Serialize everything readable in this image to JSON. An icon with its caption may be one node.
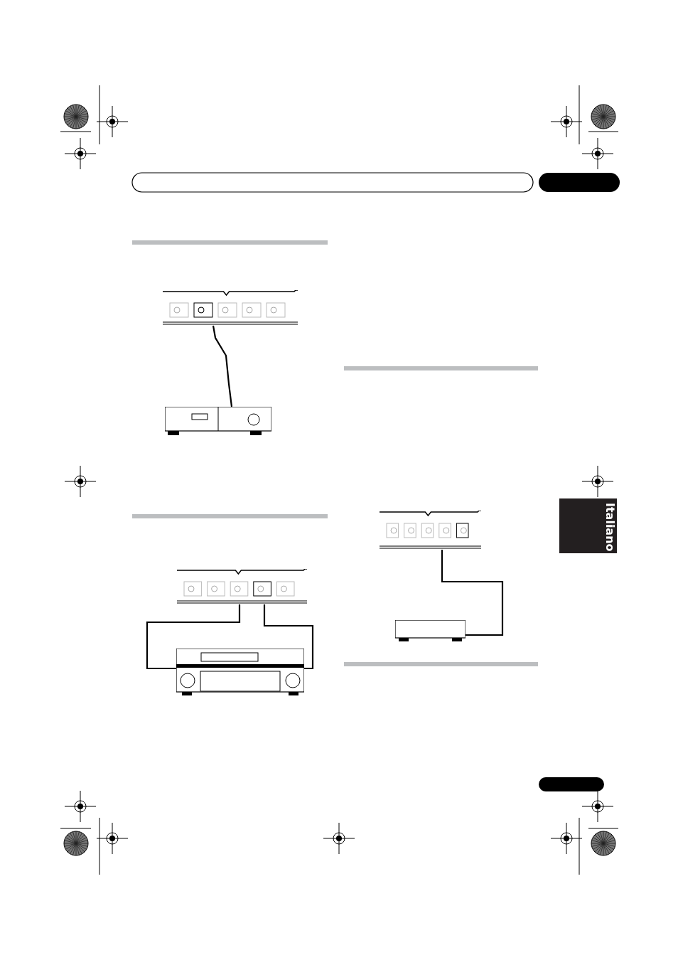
{
  "diagram": {
    "nodes": [
      {
        "text": [],
        "shape": "picture"
      },
      {
        "text": [],
        "shape": "picture"
      },
      {
        "text": [],
        "shape": "picture"
      },
      {
        "text": [],
        "shape": "picture"
      },
      {
        "text": [],
        "shape": "picture"
      },
      {
        "text": [],
        "shape": "box"
      }
    ],
    "edges": [
      {
        "from": 0,
        "to": 1,
        "arrow": "none"
      },
      {
        "from": 2,
        "to": 3,
        "arrow": "none"
      },
      {
        "from": 2,
        "to": 3,
        "arrow": "none"
      },
      {
        "from": 4,
        "to": 5,
        "arrow": "none"
      }
    ],
    "labels": [
      "Italiano"
    ]
  }
}
